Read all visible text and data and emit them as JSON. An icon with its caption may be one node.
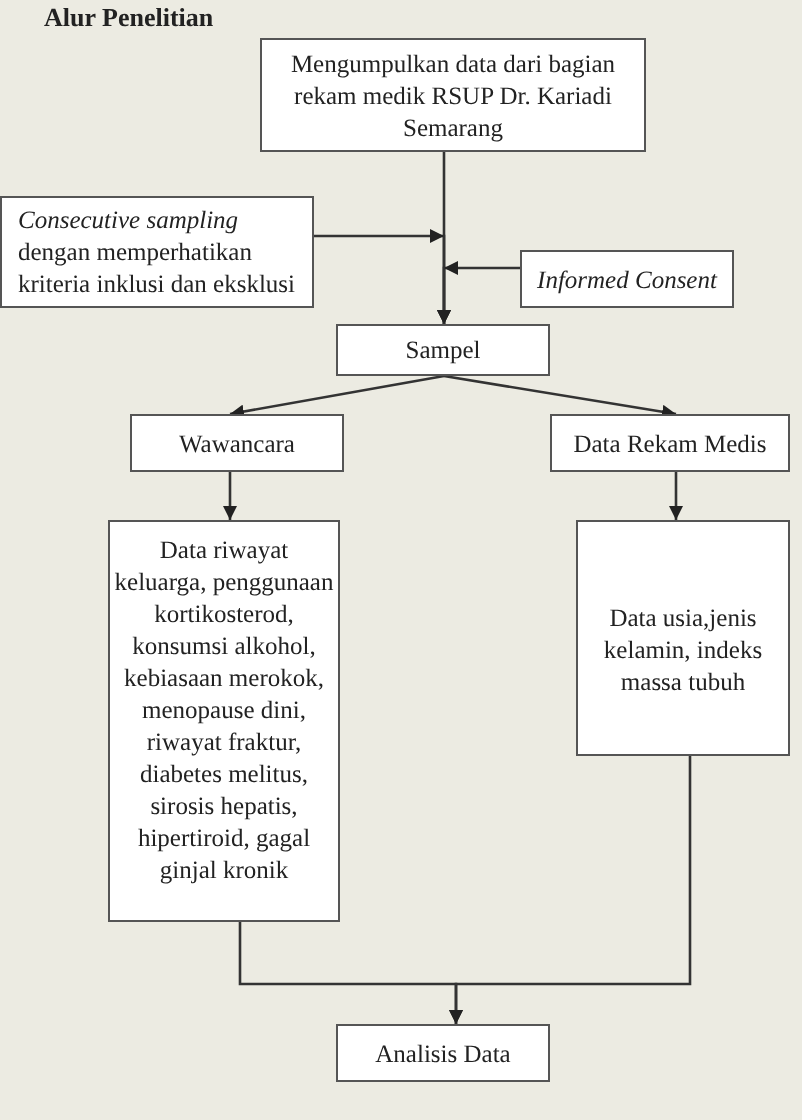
{
  "diagram": {
    "title": "Alur Penelitian",
    "nodes": [
      {
        "text": [
          "Mengumpulkan data dari bagian rekam medik RSUP Dr. Kariadi Semarang"
        ]
      },
      {
        "text": [
          "*Consecutive sampling* dengan memperhatikan kriteria inklusi dan eksklusi"
        ]
      },
      {
        "text": [
          "Informed Consent"
        ]
      },
      {
        "text": [
          "Sampel"
        ]
      },
      {
        "text": [
          "Wawancara"
        ]
      },
      {
        "text": [
          "Data Rekam Medis"
        ]
      },
      {
        "text": [
          "Data riwayat keluarga, penggunaan kortikosterod, konsumsi alkohol, kebiasaan merokok, menopause dini, riwayat fraktur, diabetes melitus, sirosis hepatis, hipertiroid, gagal ginjal kronik"
        ]
      },
      {
        "text": [
          "Data usia,jenis kelamin, indeks massa tubuh"
        ]
      },
      {
        "text": [
          "Analisis Data"
        ]
      }
    ],
    "edges": [
      {
        "from": 0,
        "to": 3,
        "arrow": "to"
      },
      {
        "from": 1,
        "to": 3,
        "arrow": "to"
      },
      {
        "from": 2,
        "to": 3,
        "arrow": "to"
      },
      {
        "from": 3,
        "to": 4,
        "arrow": "to"
      },
      {
        "from": 3,
        "to": 5,
        "arrow": "to"
      },
      {
        "from": 4,
        "to": 6,
        "arrow": "to"
      },
      {
        "from": 5,
        "to": 7,
        "arrow": "to"
      },
      {
        "from": 6,
        "to": 8,
        "arrow": "to"
      },
      {
        "from": 7,
        "to": 8,
        "arrow": "to"
      }
    ]
  }
}
